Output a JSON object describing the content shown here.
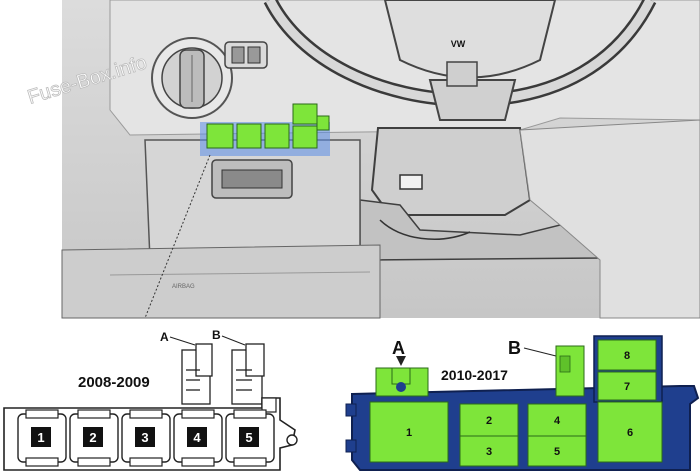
{
  "watermark": "Fuse-Box.info",
  "photo": {
    "wheel_badge": "VW",
    "panel_text": "AIRBAG"
  },
  "old_box": {
    "years": "2008-2009",
    "connector_a": "A",
    "connector_b": "B",
    "fuses": [
      "1",
      "2",
      "3",
      "4",
      "5"
    ]
  },
  "new_box": {
    "years": "2010-2017",
    "connector_a": "A",
    "connector_b": "B",
    "fuses": [
      "1",
      "2",
      "3",
      "4",
      "5",
      "6",
      "7",
      "8"
    ]
  },
  "colors": {
    "fuse_green": "#7ee53a",
    "housing_blue": "#1f3f8e",
    "highlight_blue": "#5b8ee8"
  }
}
